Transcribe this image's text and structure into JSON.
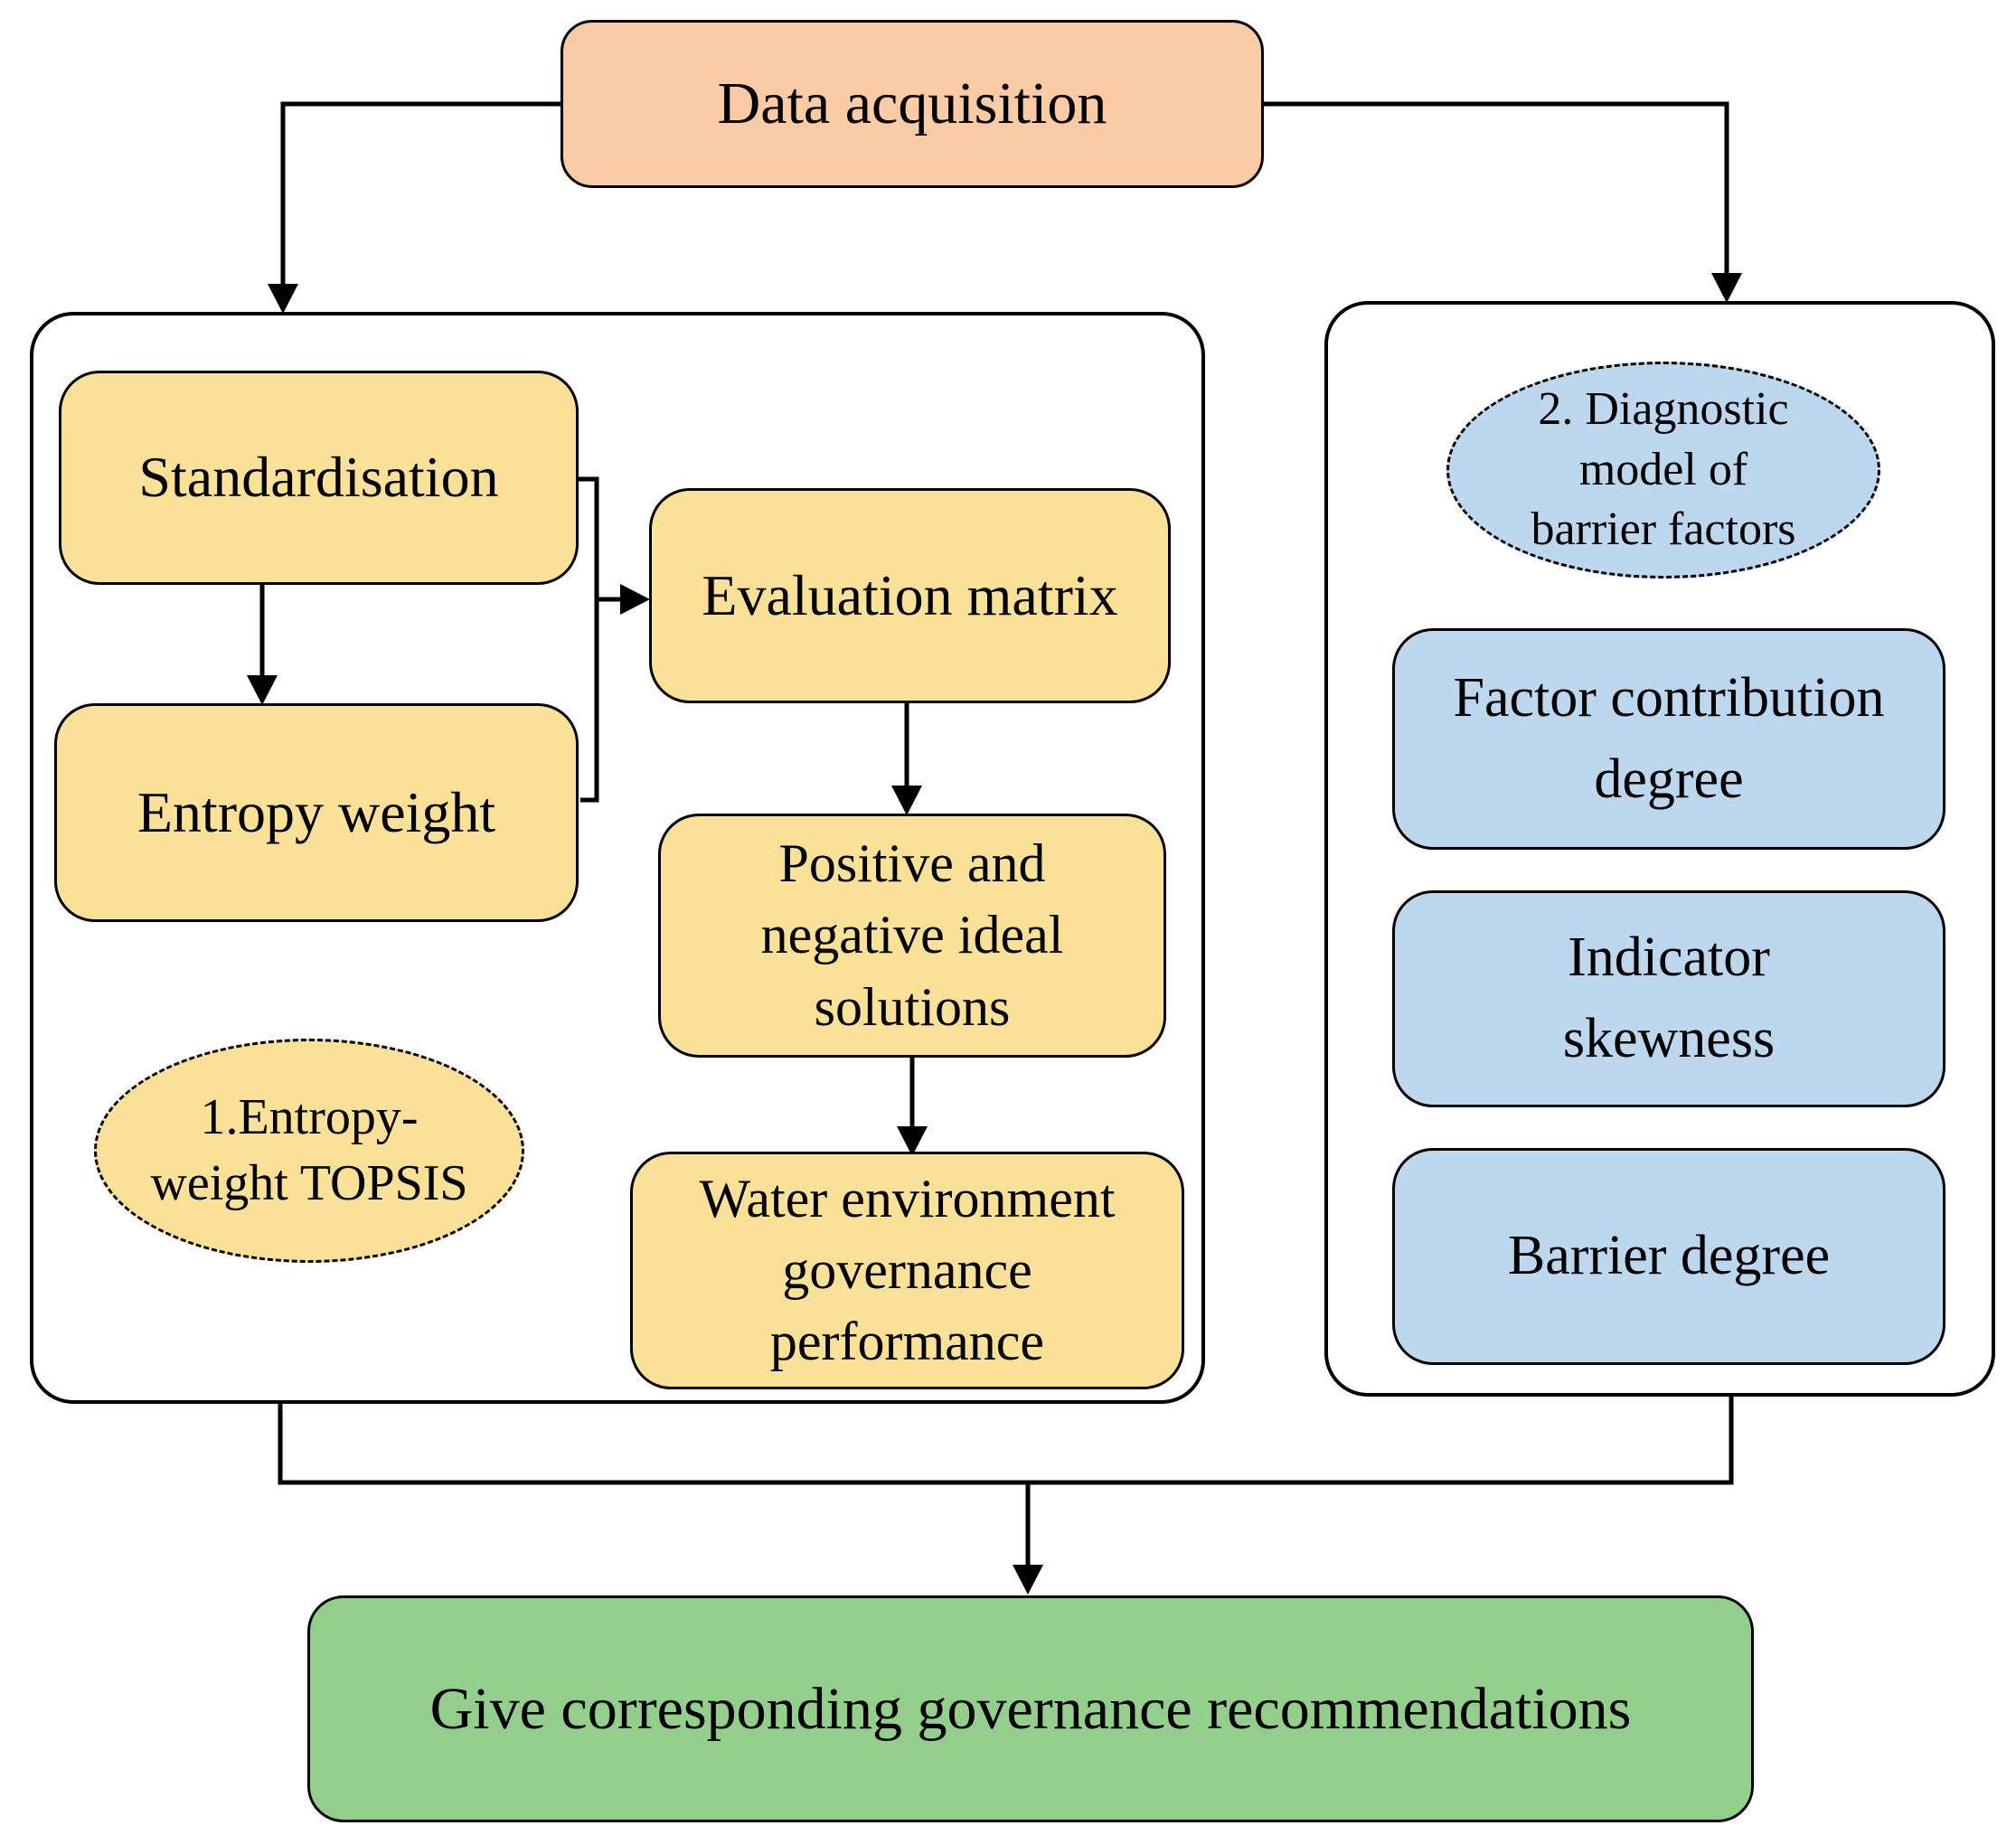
{
  "figure": {
    "type": "flowchart",
    "description": "Methodology flowchart from data acquisition through entropy-weight TOPSIS evaluation and barrier-factor diagnostic model to governance recommendations"
  },
  "colors": {
    "peach": "#FACBA4",
    "yellow": "#FBE198",
    "blue": "#BDD7EE",
    "green": "#94CE8D",
    "container_fill": "#FFFFFF",
    "line": "#000000"
  },
  "nodes": {
    "data_acquisition": {
      "label": "Data acquisition"
    },
    "standardisation": {
      "label": "Standardisation"
    },
    "entropy_weight": {
      "label": "Entropy weight"
    },
    "evaluation_matrix": {
      "label": "Evaluation matrix"
    },
    "positive_negative_ideal": {
      "lines": [
        "Positive and",
        "negative ideal",
        "solutions"
      ]
    },
    "water_environment": {
      "lines": [
        "Water environment",
        "governance",
        "performance"
      ]
    },
    "entropy_topsis_ellipse": {
      "lines": [
        "1.Entropy-",
        "weight TOPSIS"
      ]
    },
    "diagnostic_ellipse": {
      "lines": [
        "2. Diagnostic",
        "model of",
        "barrier factors"
      ]
    },
    "factor_contribution": {
      "lines": [
        "Factor contribution",
        "degree"
      ]
    },
    "indicator_skewness": {
      "lines": [
        "Indicator",
        "skewness"
      ]
    },
    "barrier_degree": {
      "label": "Barrier degree"
    },
    "recommendations": {
      "label": "Give corresponding governance recommendations"
    }
  }
}
